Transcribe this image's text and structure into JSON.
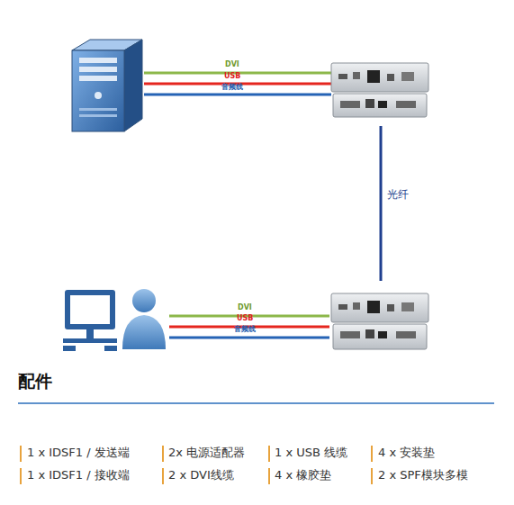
{
  "diagram": {
    "title": "配件",
    "labels": [
      "DVI",
      "USB",
      "音频线",
      "光纤",
      "DVI",
      "USB",
      "音频线",
      "1 x IDSF1 / 发送端",
      "2x 电源适配器",
      "1 x USB 线缆",
      "4 x 安装垫",
      "1 x IDSF1 / 接收端",
      "2 x DVI线缆",
      "4 x 橡胶垫",
      "2 x SPF模块多模"
    ]
  }
}
